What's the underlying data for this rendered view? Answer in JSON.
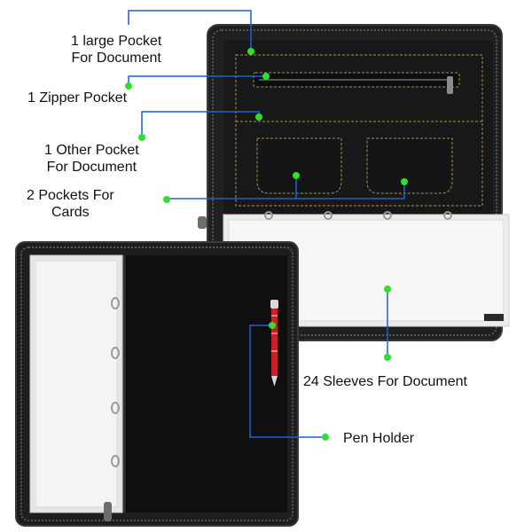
{
  "callouts": {
    "large_pocket": {
      "line1": "1 large Pocket",
      "line2": "For Document"
    },
    "zipper_pocket": {
      "line1": "1 Zipper Pocket"
    },
    "other_pocket": {
      "line1": "1 Other Pocket",
      "line2": "For Document"
    },
    "card_pockets": {
      "line1": "2 Pockets For",
      "line2": "Cards"
    },
    "sleeves": {
      "line1": "24 Sleeves For Document"
    },
    "pen_holder": {
      "line1": "Pen Holder"
    }
  },
  "colors": {
    "leader_line": "#1f5fd6",
    "marker_dot": "#2ee02e",
    "leather": "#1c1c1c",
    "stitching": "#b08a5a",
    "sleeve": "#eeeeee",
    "pen_body": "#c8202a"
  },
  "icons": {
    "marker": "green-dot-marker",
    "zipper": "zipper-pull-icon",
    "pen": "pen-icon",
    "rings": "binder-ring-icon"
  }
}
